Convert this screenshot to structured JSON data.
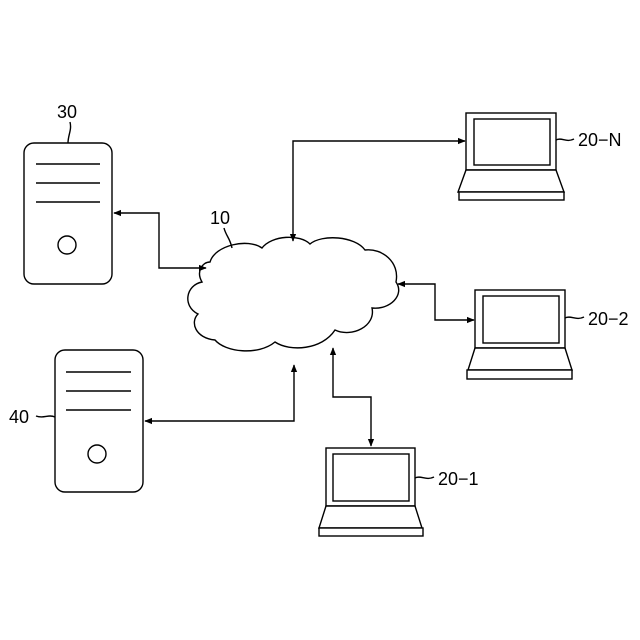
{
  "labels": {
    "network": "10",
    "server_top": "30",
    "server_bottom": "40",
    "terminal_n": "20−N",
    "terminal_2": "20−2",
    "terminal_1": "20−1"
  }
}
